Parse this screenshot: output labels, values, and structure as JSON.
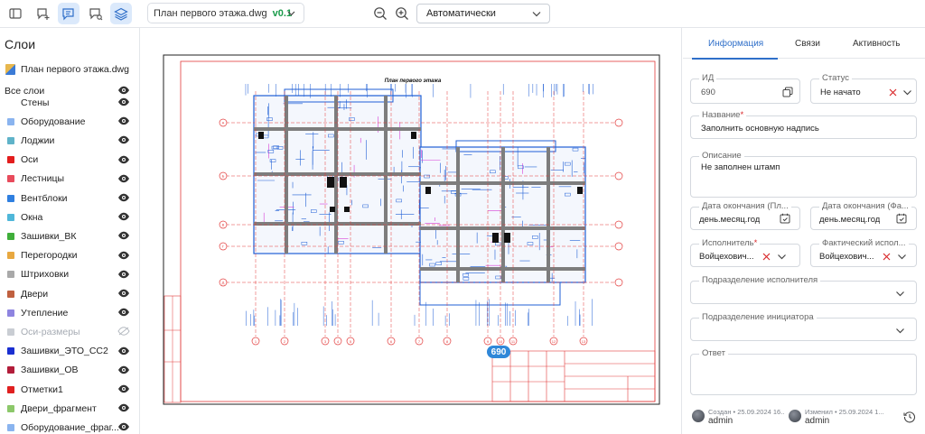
{
  "toolbar": {
    "file_name": "План первого этажа.dwg",
    "version": "v0.1",
    "scale_value": "Автоматически",
    "buttons": [
      "sidebar-toggle-icon",
      "add-comment-icon",
      "comments-list-icon",
      "comment-search-icon",
      "layers-icon"
    ]
  },
  "layers": {
    "title": "Слои",
    "file": "План первого этажа.dwg",
    "all_label": "Все слои",
    "items": [
      {
        "name": "Стены",
        "color": "#ffffff",
        "visible": true
      },
      {
        "name": "Оборудование",
        "color": "#8ab4ef",
        "visible": true
      },
      {
        "name": "Лоджии",
        "color": "#5fb3c9",
        "visible": true
      },
      {
        "name": "Оси",
        "color": "#e31d1d",
        "visible": true
      },
      {
        "name": "Лестницы",
        "color": "#e84b5c",
        "visible": true
      },
      {
        "name": "Вентблоки",
        "color": "#2f7fe0",
        "visible": true
      },
      {
        "name": "Окна",
        "color": "#4fb7d9",
        "visible": true
      },
      {
        "name": "Зашивки_ВК",
        "color": "#3fae3a",
        "visible": true
      },
      {
        "name": "Перегородки",
        "color": "#e8a840",
        "visible": true
      },
      {
        "name": "Штриховки",
        "color": "#a9a9a9",
        "visible": true
      },
      {
        "name": "Двери",
        "color": "#c0603f",
        "visible": true
      },
      {
        "name": "Утепление",
        "color": "#8e84e0",
        "visible": true
      },
      {
        "name": "Оси-размеры",
        "color": "#c9cdd3",
        "visible": false
      },
      {
        "name": "Зашивки_ЭТО_СС2",
        "color": "#1a2fd1",
        "visible": true
      },
      {
        "name": "Зашивки_ОВ",
        "color": "#b21d3a",
        "visible": true
      },
      {
        "name": "Отметки1",
        "color": "#e02020",
        "visible": true
      },
      {
        "name": "Двери_фрагмент",
        "color": "#8cc86a",
        "visible": true
      },
      {
        "name": "Оборудование_фраг...",
        "color": "#8ab4ef",
        "visible": true
      }
    ]
  },
  "drawing": {
    "title": "План первого этажа",
    "marker": "690",
    "axes_bottom": [
      "1",
      "2",
      "3",
      "4",
      "5",
      "6",
      "7",
      "8",
      "9",
      "10",
      "11",
      "12",
      "13"
    ],
    "axes_left": [
      "А",
      "Б",
      "В",
      "Г",
      "Д"
    ]
  },
  "panel": {
    "tabs": [
      "Информация",
      "Связи",
      "Активность"
    ],
    "id_label": "ИД",
    "id_value": "690",
    "status_label": "Статус",
    "status_value": "Не начато",
    "name_label": "Название",
    "name_value": "Заполнить основную надпись",
    "desc_label": "Описание",
    "desc_value": "Не заполнен штамп",
    "end_plan_label": "Дата окончания (Пл...",
    "end_plan_value": "день.месяц.год",
    "end_fact_label": "Дата окончания (Фа...",
    "end_fact_value": "день.месяц.год",
    "executor_label": "Исполнитель",
    "executor_value": "Войцехович...",
    "fact_exec_label": "Фактический испол...",
    "fact_exec_value": "Войцехович...",
    "exec_dept_label": "Подразделение исполнителя",
    "init_dept_label": "Подразделение инициатора",
    "answer_label": "Ответ",
    "created_meta": "Создан • 25.09.2024 16...",
    "created_user": "admin",
    "modified_meta": "Изменил • 25.09.2024 1...",
    "modified_user": "admin"
  }
}
